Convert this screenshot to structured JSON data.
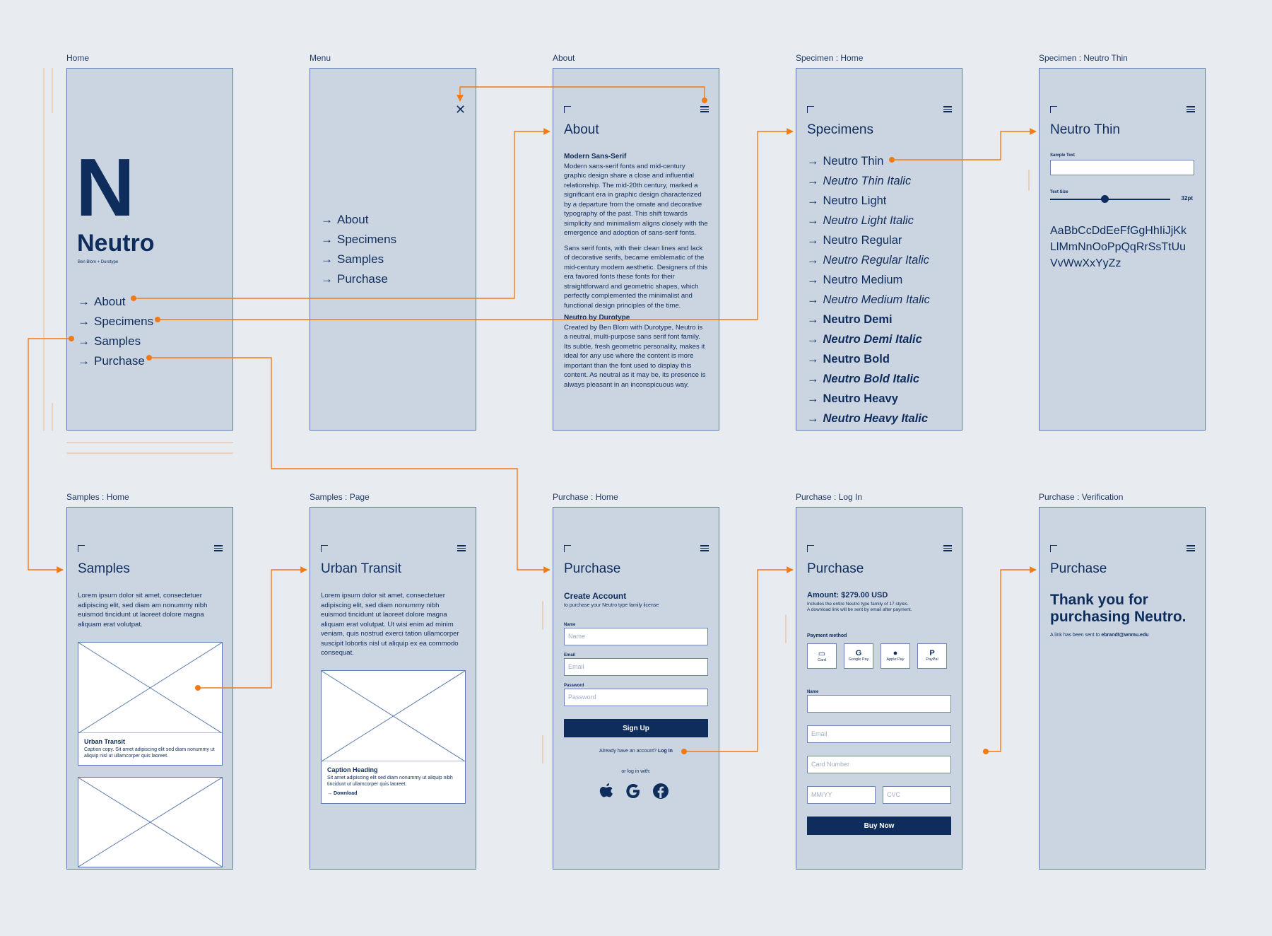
{
  "colors": {
    "accent": "#f07b16",
    "navy": "#0f2d5c",
    "frame_bg": "#cbd5e1",
    "page_bg": "#e8ecf0"
  },
  "labels": {
    "home": "Home",
    "menu": "Menu",
    "about": "About",
    "spec_home": "Specimen : Home",
    "spec_thin": "Specimen : Neutro Thin",
    "samples_home": "Samples : Home",
    "samples_page": "Samples : Page",
    "purchase_home": "Purchase : Home",
    "purchase_login": "Purchase : Log In",
    "purchase_verify": "Purchase : Verification"
  },
  "home": {
    "logo_letter": "N",
    "brand": "Neutro",
    "byline": "Ben Blom + Durotype",
    "nav": [
      "About",
      "Specimens",
      "Samples",
      "Purchase"
    ]
  },
  "menu": {
    "nav": [
      "About",
      "Specimens",
      "Samples",
      "Purchase"
    ]
  },
  "about": {
    "title": "About",
    "h1": "Modern Sans-Serif",
    "p1": "Modern sans-serif fonts and mid-century graphic design share a close and influential relationship. The mid-20th century, marked a significant era in graphic design characterized by a departure from the ornate and decorative typography of the past. This shift towards simplicity and minimalism aligns closely with the emergence and adoption of sans-serif fonts.",
    "p2": "Sans serif fonts, with their clean lines and lack of decorative serifs, became emblematic of the mid-century modern aesthetic. Designers of this era favored fonts these fonts for their straightforward and geometric shapes, which perfectly complemented the minimalist and functional design principles of the time.",
    "h2": "Neutro by Durotype",
    "p3": "Created by Ben Blom with Durotype, Neutro is a neutral, multi-purpose sans serif font family. Its subtle, fresh geometric personality, makes it ideal for any use where the content is more important than the font used to display this content. As neutral as it may be, its presence is always pleasant in an inconspicuous way."
  },
  "specimens": {
    "title": "Specimens",
    "items": [
      "Neutro Thin",
      "Neutro Thin Italic",
      "Neutro Light",
      "Neutro Light Italic",
      "Neutro Regular",
      "Neutro Regular Italic",
      "Neutro Medium",
      "Neutro Medium Italic",
      "Neutro Demi",
      "Neutro Demi Italic",
      "Neutro Bold",
      "Neutro Bold Italic",
      "Neutro Heavy",
      "Neutro Heavy Italic"
    ]
  },
  "thin": {
    "title": "Neutro Thin",
    "sample_label": "Sample Text",
    "size_label": "Text Size",
    "size_value": "32pt",
    "size_fraction": 0.45,
    "glyphs": "AaBbCcDdEeFfGgHhIiJjKk LlMmNnOoPpQqRrSsTtUu VvWwXxYyZz"
  },
  "samples": {
    "title": "Samples",
    "intro": "Lorem ipsum dolor sit amet, consectetuer adipiscing elit, sed diam am nonummy nibh euismod tincidunt ut laoreet dolore magna aliquam erat volutpat.",
    "card_title": "Urban Transit",
    "card_caption": "Caption copy. Sit amet adipiscing elit sed diam nonummy ut aliquip nisl ut ullamcorper quis laoreet."
  },
  "samples_page": {
    "title": "Urban Transit",
    "intro": "Lorem ipsum dolor sit amet, consectetuer adipiscing elit, sed diam nonummy nibh euismod tincidunt ut laoreet dolore magna aliquam erat volutpat. Ut wisi enim ad minim veniam, quis nostrud exerci tation ullamcorper suscipit lobortis nisl ut aliquip ex ea commodo consequat.",
    "caption_heading": "Caption Heading",
    "caption": "Sit amet adipiscing elit sed diam nonummy ut aliquip nibh tincidunt ut ullamcorper quis laoreet.",
    "download": "Download"
  },
  "purchase_home": {
    "title": "Purchase",
    "heading": "Create Account",
    "sub": "to purchase your Neutro type family license",
    "name_label": "Name",
    "name_ph": "Name",
    "email_label": "Email",
    "email_ph": "Email",
    "password_label": "Password",
    "password_ph": "Password",
    "signup": "Sign Up",
    "have_account": "Already have an account?",
    "login": "Log In",
    "or_login": "or log in with:"
  },
  "purchase_login": {
    "title": "Purchase",
    "amount": "Amount: $279.00 USD",
    "amount_note1": "Includes the entire Neutro type family of 17 styles.",
    "amount_note2": "A download link will be sent by email after payment.",
    "payment_method": "Payment method",
    "methods": [
      "Card",
      "Google Pay",
      "Apple Pay",
      "PayPal"
    ],
    "name_label": "Name",
    "email_ph": "Email",
    "card_ph": "Card Number",
    "mmyy_ph": "MM/YY",
    "cvc_ph": "CVC",
    "buy": "Buy Now"
  },
  "verify": {
    "title": "Purchase",
    "thanks": "Thank you for purchasing Neutro.",
    "link_prefix": "A link has been sent to",
    "email": "ebrandt@wnmu.edu"
  }
}
